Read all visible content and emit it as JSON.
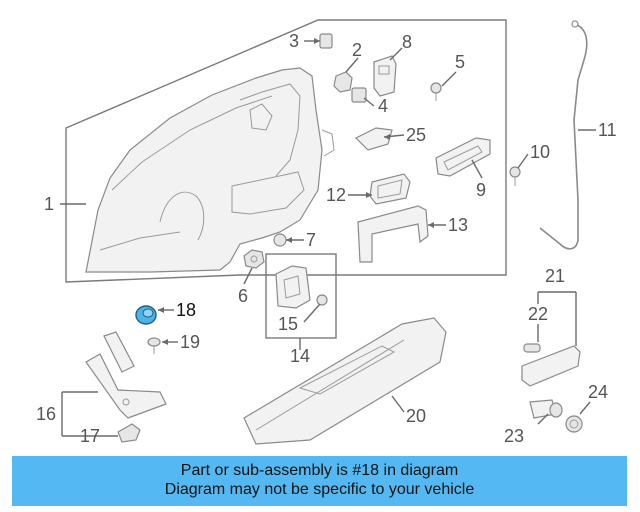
{
  "diagram": {
    "callouts": {
      "c1": "1",
      "c2": "2",
      "c3": "3",
      "c4": "4",
      "c5": "5",
      "c6": "6",
      "c7": "7",
      "c8": "8",
      "c9": "9",
      "c10": "10",
      "c11": "11",
      "c12": "12",
      "c13": "13",
      "c14": "14",
      "c15": "15",
      "c16": "16",
      "c17": "17",
      "c18": "18",
      "c19": "19",
      "c20": "20",
      "c21": "21",
      "c22": "22",
      "c23": "23",
      "c24": "24",
      "c25": "25"
    },
    "highlight_color": "#4fb3e6"
  },
  "banner": {
    "line1": "Part or sub-assembly is #18 in diagram",
    "line2": "Diagram may not be specific to your vehicle",
    "bg_color": "#54b9f2"
  }
}
